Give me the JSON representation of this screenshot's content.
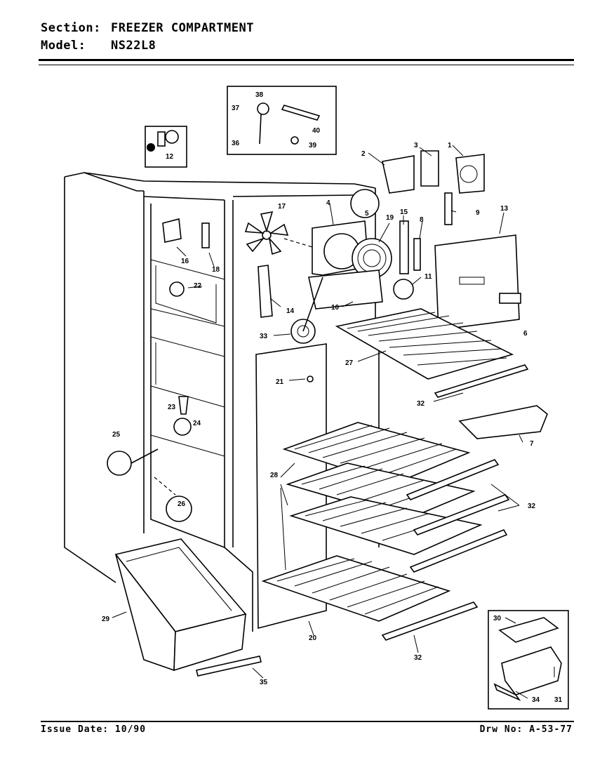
{
  "header": {
    "section_label": "Section:",
    "section_value": "FREEZER COMPARTMENT",
    "model_label": "Model:",
    "model_value": "NS22L8"
  },
  "footer": {
    "issue_date": "Issue Date: 10/90",
    "drawing_no": "Drw No: A-53-77"
  },
  "callouts": [
    "1",
    "2",
    "3",
    "4",
    "5",
    "6",
    "7",
    "8",
    "9",
    "10",
    "11",
    "12",
    "13",
    "14",
    "15",
    "16",
    "17",
    "18",
    "19",
    "20",
    "21",
    "22",
    "23",
    "24",
    "25",
    "26",
    "27",
    "28",
    "29",
    "30",
    "31",
    "32",
    "33",
    "34",
    "35",
    "36",
    "37",
    "38",
    "39",
    "40"
  ]
}
